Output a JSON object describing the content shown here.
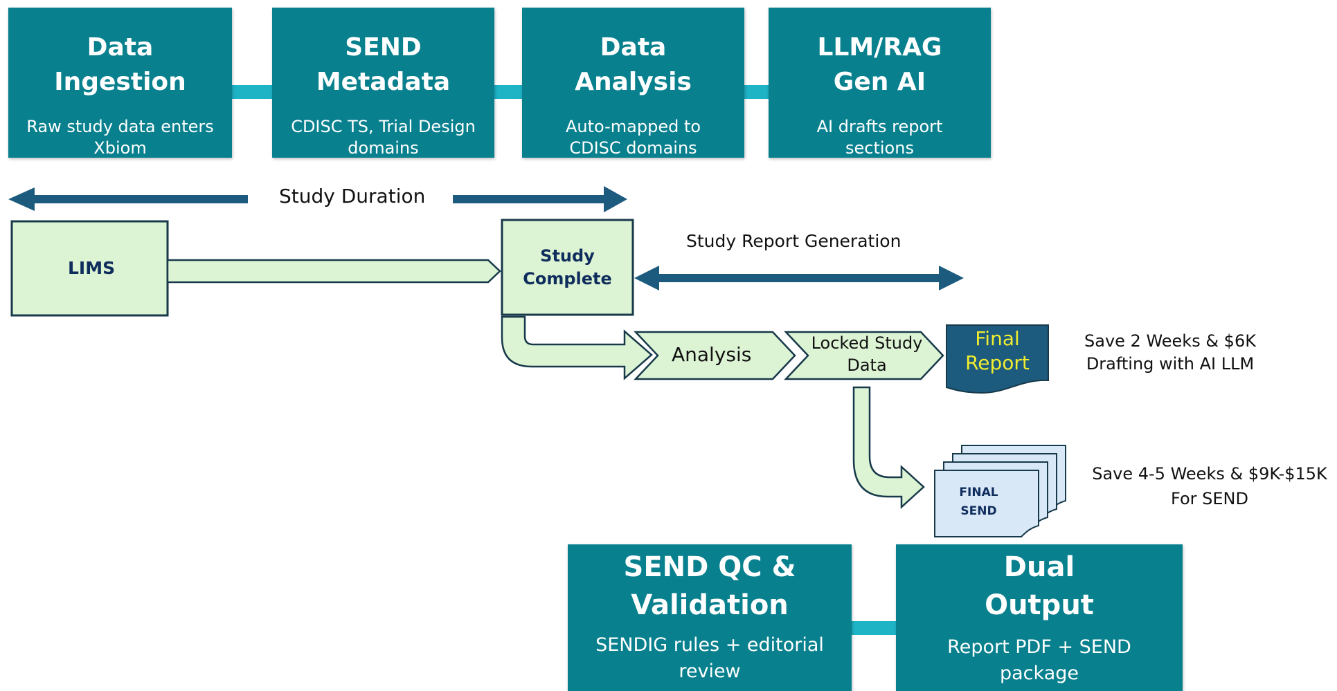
{
  "pipeline": [
    {
      "title_1": "Data",
      "title_2": "Ingestion",
      "desc_1": "Raw study data enters",
      "desc_2": "Xbiom"
    },
    {
      "title_1": "SEND",
      "title_2": "Metadata",
      "desc_1": "CDISC  TS, Trial Design",
      "desc_2": "domains"
    },
    {
      "title_1": "Data",
      "title_2": "Analysis",
      "desc_1": "Auto-mapped to",
      "desc_2": "CDISC domains"
    },
    {
      "title_1": "LLM/RAG",
      "title_2": "Gen AI",
      "desc_1": "AI drafts report",
      "desc_2": "sections"
    }
  ],
  "bottom_cards": [
    {
      "title_1": "SEND QC &",
      "title_2": "Validation",
      "desc_1": "SENDIG rules + editorial",
      "desc_2": "review"
    },
    {
      "title_1": "Dual",
      "title_2": "Output",
      "desc_1": "Report PDF + SEND",
      "desc_2": "package"
    }
  ],
  "timeline": {
    "study_duration": "Study Duration",
    "report_generation": "Study Report Generation"
  },
  "flow": {
    "lims": "LIMS",
    "study_complete_1": "Study",
    "study_complete_2": "Complete",
    "analysis": "Analysis",
    "locked_1": "Locked Study",
    "locked_2": "Data",
    "final_report_1": "Final",
    "final_report_2": "Report",
    "final_send_1": "FINAL",
    "final_send_2": "SEND"
  },
  "savings": {
    "report_1": "Save 2 Weeks & $6K",
    "report_2": "Drafting with AI LLM",
    "send_1": "Save 4-5 Weeks & $9K-$15K",
    "send_2": "For SEND"
  },
  "colors": {
    "card_teal": "#08808e",
    "connector_teal": "#1fb3c6",
    "arrow_navy": "#1d5b7e",
    "box_fill": "#dcf3d4",
    "box_stroke": "#17394a",
    "final_report_fill": "#1d5b7e",
    "final_report_text": "#f0ec2f",
    "doc_fill": "#d9e8f7",
    "label_navy": "#0f2d5c"
  }
}
